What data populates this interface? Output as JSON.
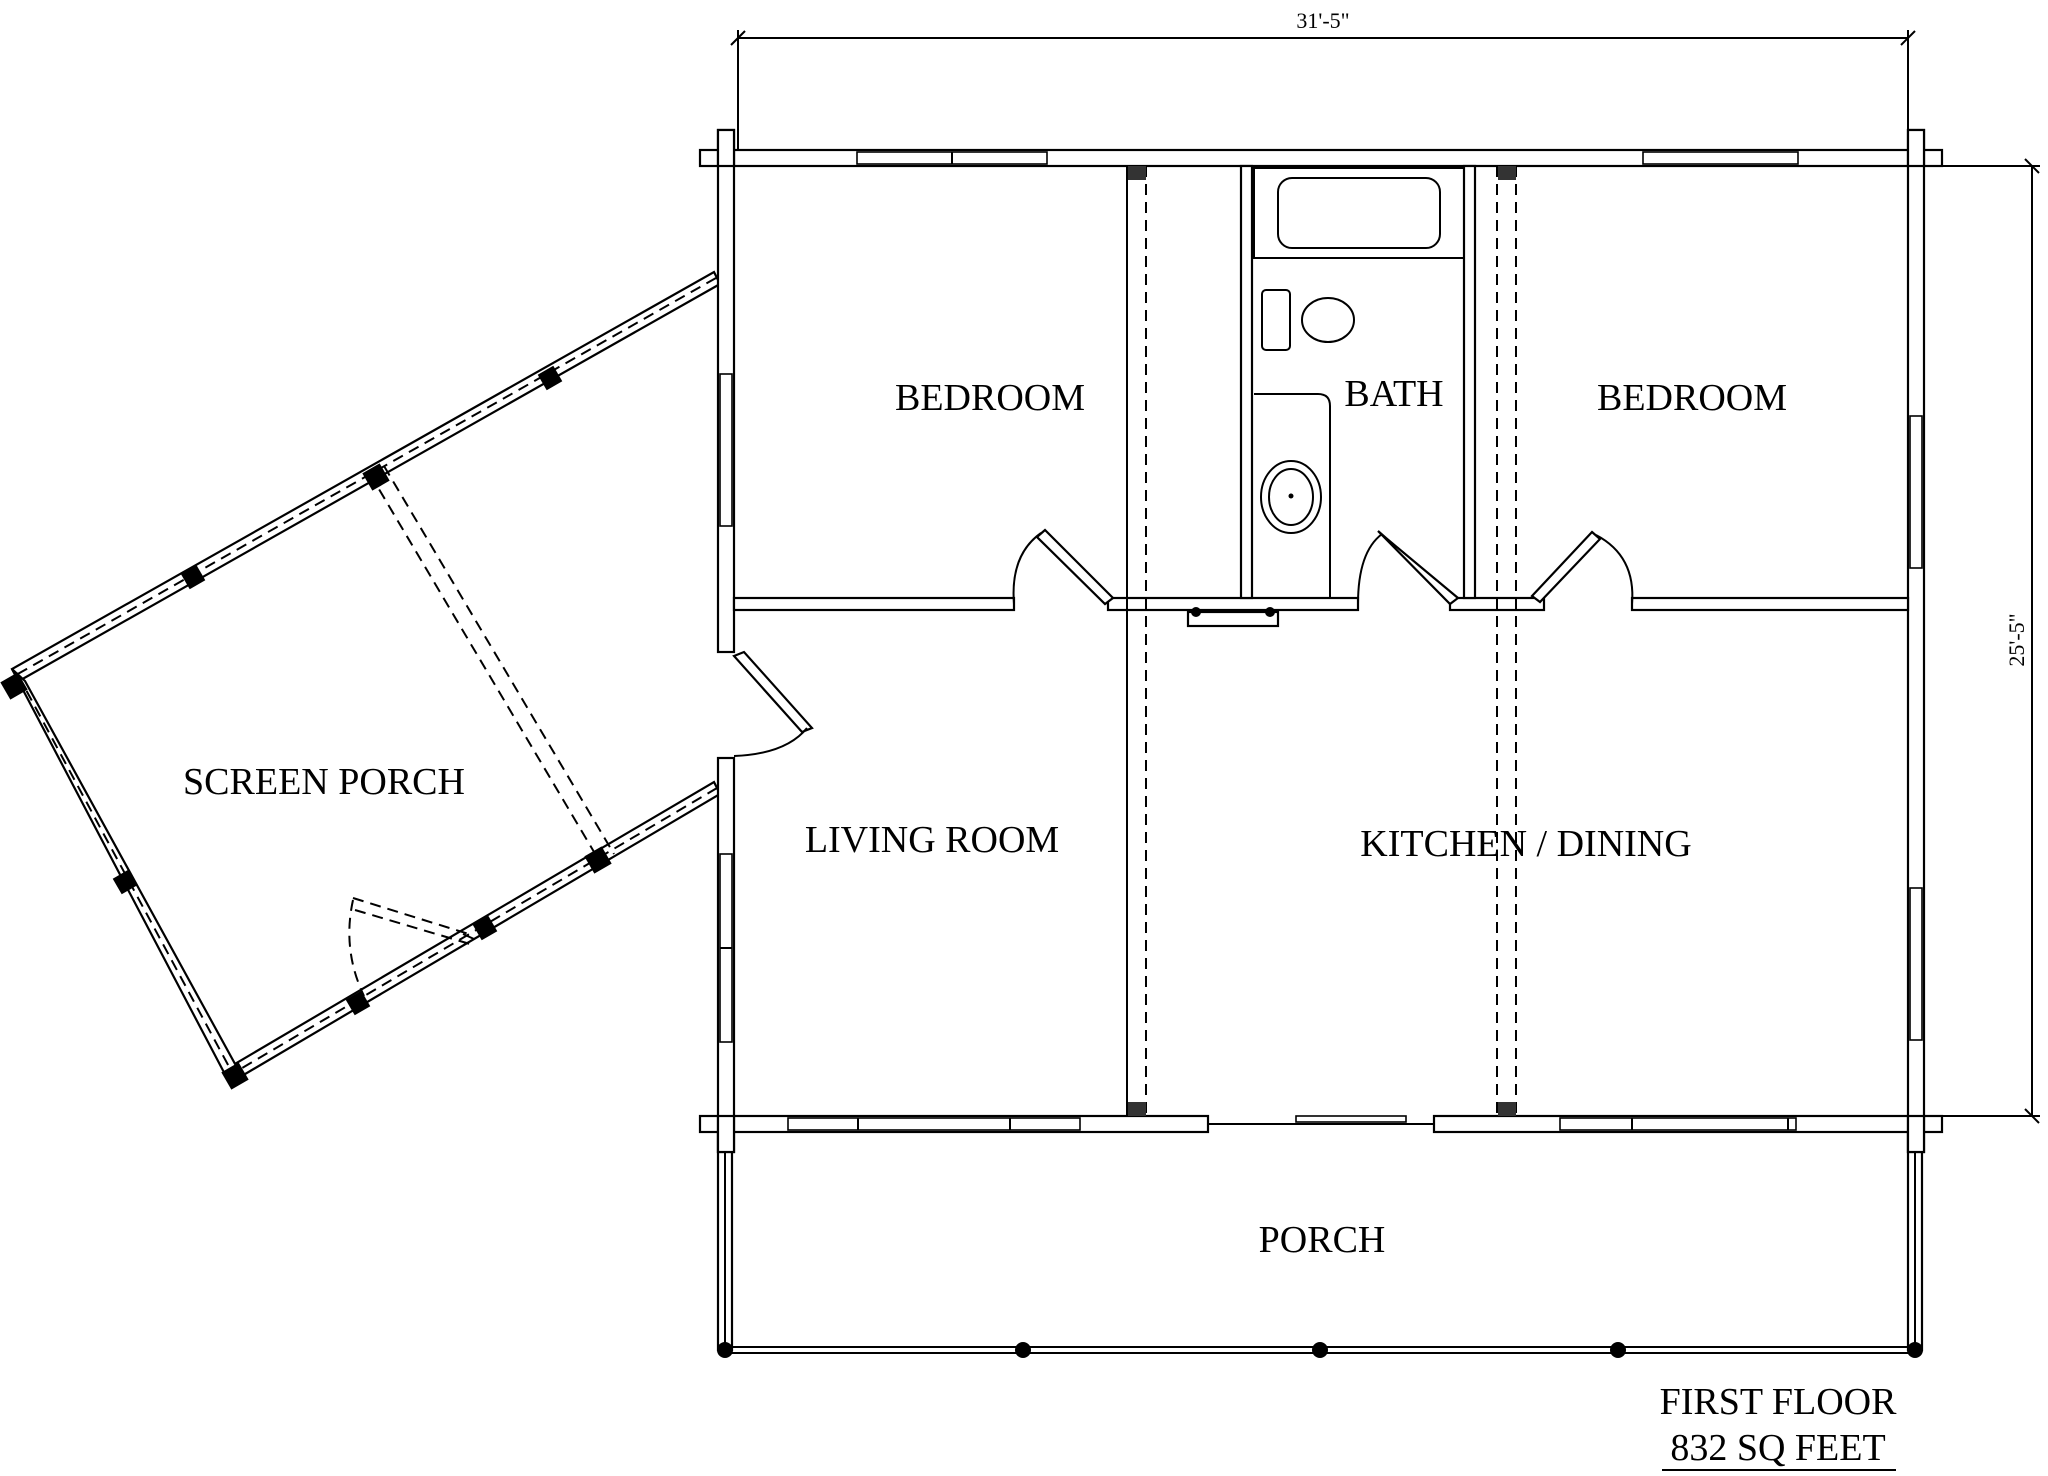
{
  "plan": {
    "dimensions": {
      "width": "31'-5\"",
      "depth": "25'-5\""
    },
    "rooms": {
      "bedroom_left": "BEDROOM",
      "bath": "BATH",
      "bedroom_right": "BEDROOM",
      "screen_porch": "SCREEN PORCH",
      "living_room": "LIVING ROOM",
      "kitchen_dining": "KITCHEN / DINING",
      "porch": "PORCH"
    },
    "footer": {
      "floor": "FIRST FLOOR",
      "area": "832 SQ FEET"
    }
  }
}
